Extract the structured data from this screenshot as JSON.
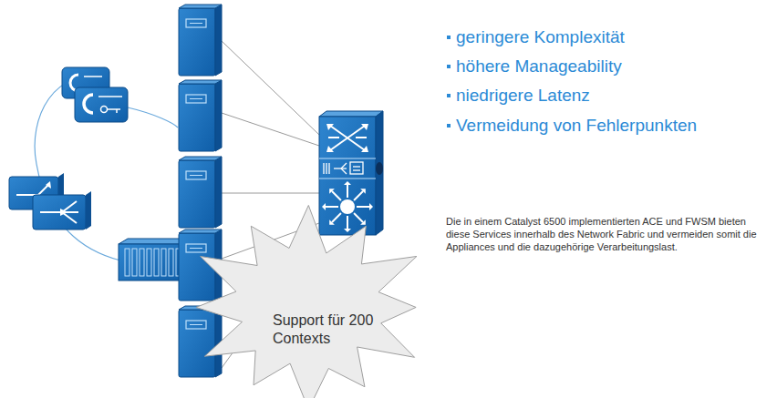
{
  "diagram": {
    "nodes": [
      {
        "text": [
          "Support für 200 Contexts"
        ]
      }
    ],
    "labels": [
      "geringere Komplexität",
      "höhere Manageability",
      "niedrigere Latenz",
      "Vermeidung von Fehlerpunkten",
      "Die in einem Catalyst 6500 implementierten ACE und FWSM bieten diese Services innerhalb des Network Fabric und vermeiden somit die Appliances und die dazugehörige Verarbeitungslast."
    ]
  }
}
